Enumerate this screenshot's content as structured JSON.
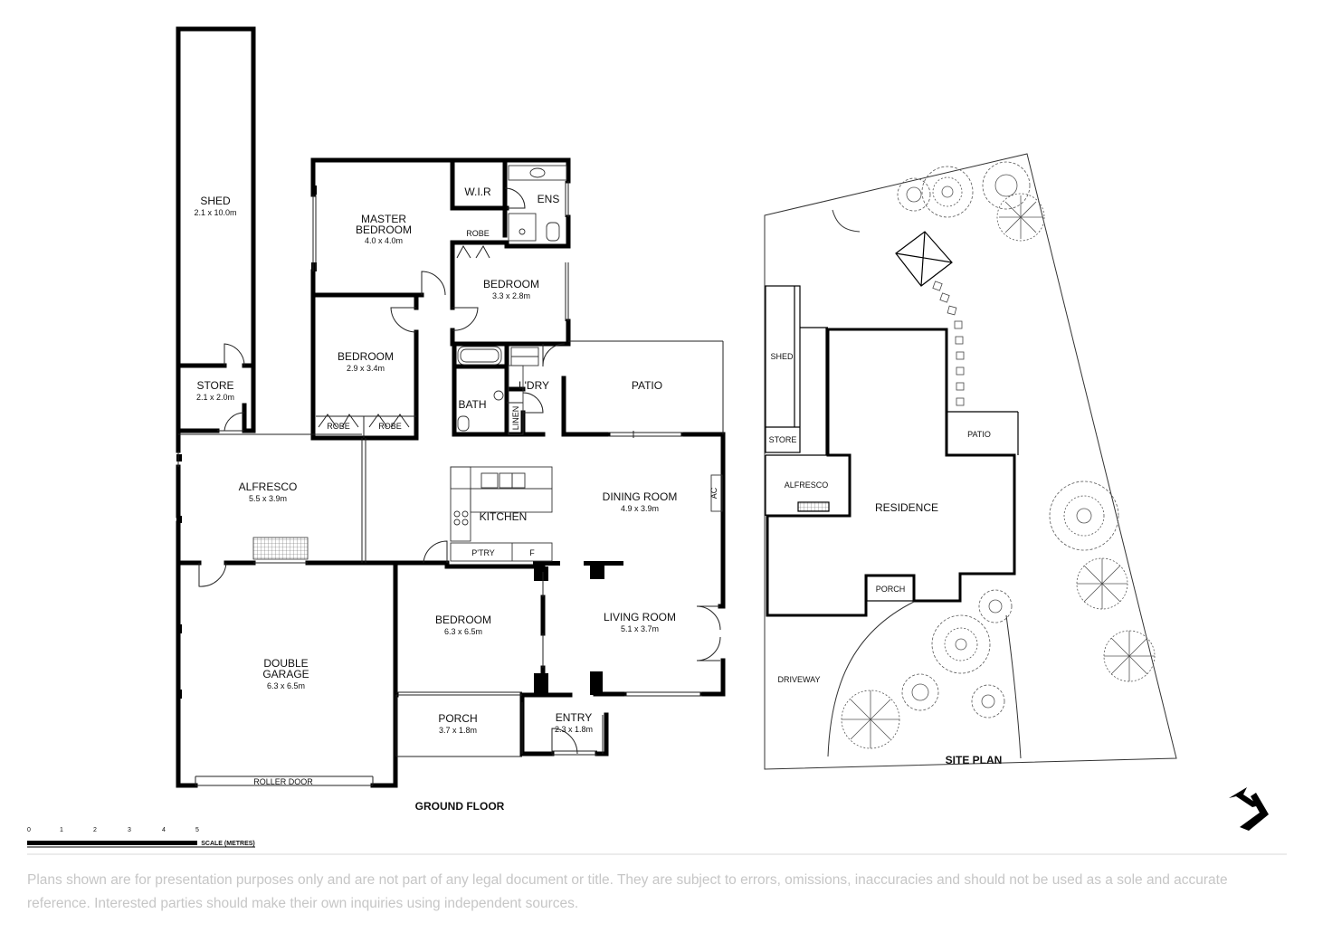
{
  "ground_floor": {
    "heading": "GROUND FLOOR",
    "rooms": [
      {
        "id": "shed",
        "name": "SHED",
        "dims": "2.1 x 10.0m"
      },
      {
        "id": "store",
        "name": "STORE",
        "dims": "2.1 x 2.0m"
      },
      {
        "id": "master_bedroom",
        "name_line1": "MASTER",
        "name_line2": "BEDROOM",
        "dims": "4.0 x 4.0m"
      },
      {
        "id": "bedroom_2",
        "name": "BEDROOM",
        "dims": "2.9 x 3.4m"
      },
      {
        "id": "bedroom_3",
        "name": "BEDROOM",
        "dims": "3.3 x 2.8m"
      },
      {
        "id": "alfresco",
        "name": "ALFRESCO",
        "dims": "5.5 x 3.9m"
      },
      {
        "id": "dining_room",
        "name": "DINING ROOM",
        "dims": "4.9 x 3.9m"
      },
      {
        "id": "living_room",
        "name": "LIVING ROOM",
        "dims": "5.1 x 3.7m"
      },
      {
        "id": "bedroom_4",
        "name": "BEDROOM",
        "dims": "6.3 x 6.5m"
      },
      {
        "id": "double_garage",
        "name_line1": "DOUBLE",
        "name_line2": "GARAGE",
        "dims": "6.3 x 6.5m"
      },
      {
        "id": "porch",
        "name": "PORCH",
        "dims": "3.7 x 1.8m"
      },
      {
        "id": "entry",
        "name": "ENTRY",
        "dims": "2.3 x 1.8m"
      }
    ],
    "labels": {
      "wir": "W.I.R",
      "ens": "ENS",
      "robe_top": "ROBE",
      "robe_left": "ROBE",
      "robe_right": "ROBE",
      "bath": "BATH",
      "laundry": "L'DRY",
      "linen": "LINEN",
      "patio": "PATIO",
      "kitchen": "KITCHEN",
      "pantry": "P'TRY",
      "fridge": "F",
      "ac": "AC",
      "roller_door": "ROLLER DOOR"
    }
  },
  "site_plan": {
    "heading": "SITE PLAN",
    "labels": {
      "shed": "SHED",
      "store": "STORE",
      "alfresco": "ALFRESCO",
      "residence": "RESIDENCE",
      "patio": "PATIO",
      "porch": "PORCH",
      "driveway": "DRIVEWAY"
    }
  },
  "scale_bar": {
    "ticks": [
      "0",
      "1",
      "2",
      "3",
      "4",
      "5"
    ],
    "label": "SCALE (METRES)"
  },
  "north_arrow": {
    "icon": "north-arrow-icon"
  },
  "disclaimer": "Plans shown are for presentation purposes only and are not part of any legal document or title. They are subject to errors, omissions, inaccuracies and should not be used as a sole and accurate reference. Interested parties should make their own inquiries using independent sources."
}
